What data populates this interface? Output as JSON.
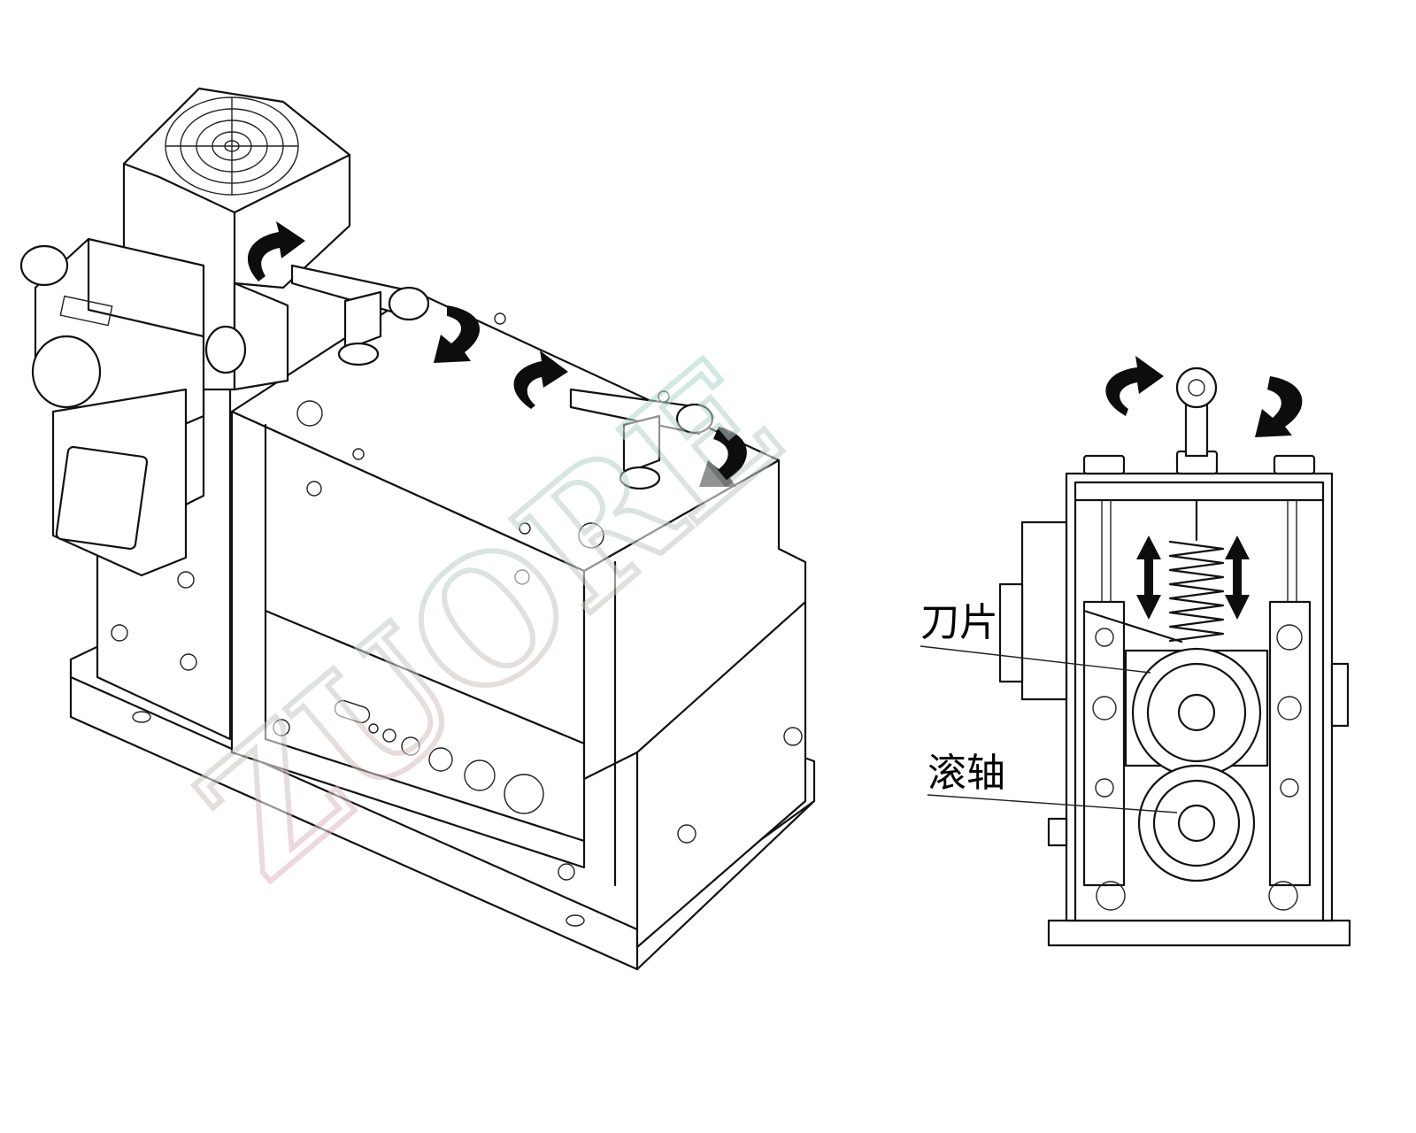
{
  "labels": {
    "blade": "刀片",
    "roller_shaft": "滚轴"
  },
  "watermark": {
    "text": "ZUORE",
    "colors": [
      "#e8b0b8",
      "#9ed8cf"
    ]
  },
  "colors": {
    "line": "#111111",
    "arrow": "#0d0d0d",
    "background": "#ffffff"
  }
}
